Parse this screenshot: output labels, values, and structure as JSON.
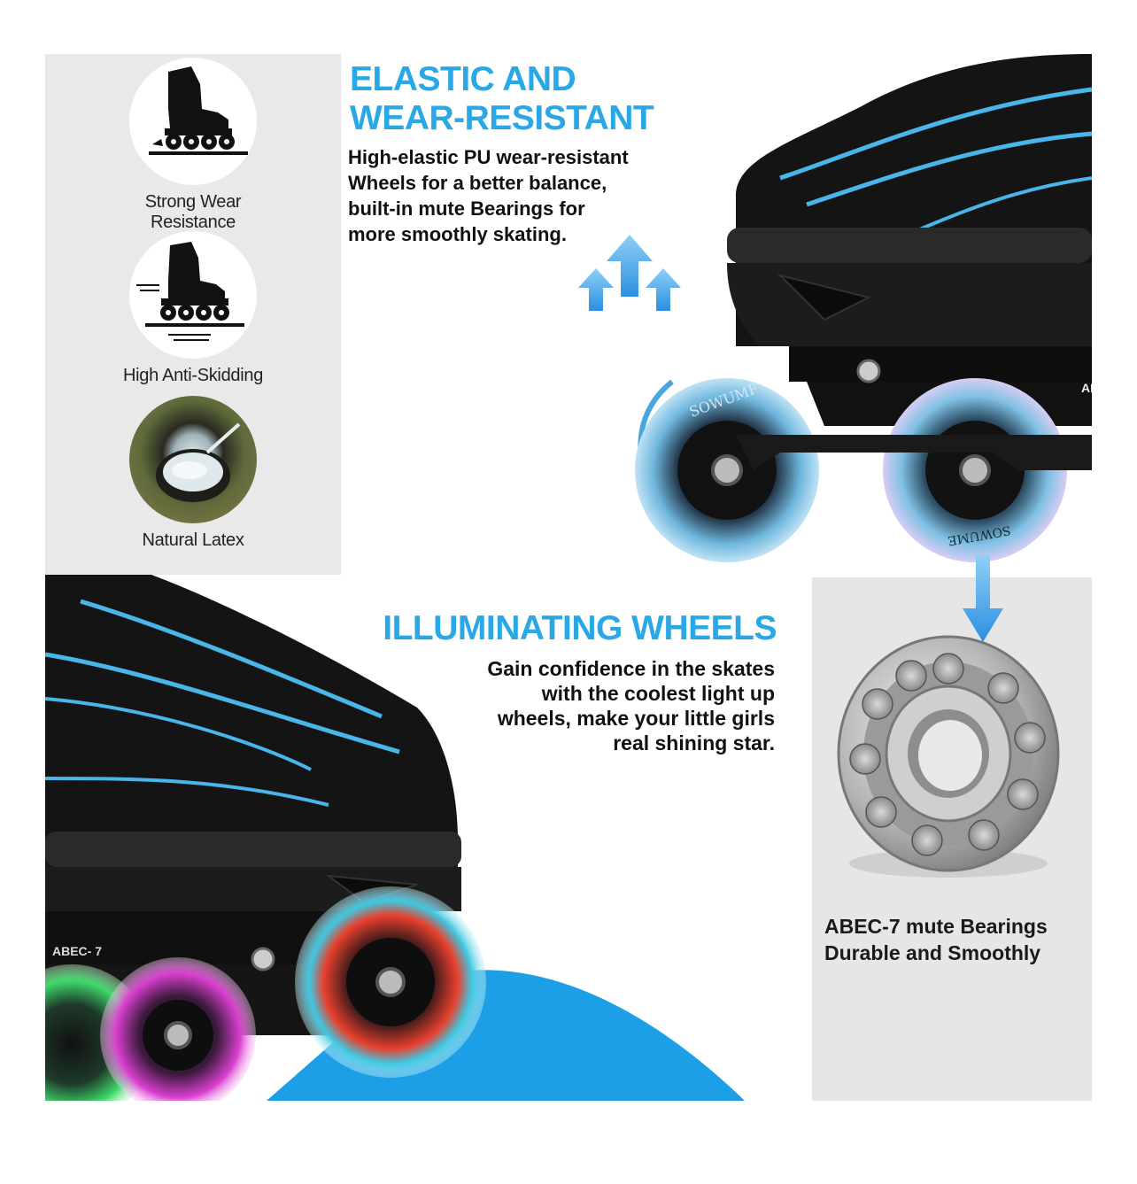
{
  "features": [
    {
      "label": "Strong Wear Resistance",
      "icon": "skate-silhouette-icon"
    },
    {
      "label": "High Anti-Skidding",
      "icon": "skate-speed-icon"
    },
    {
      "label": "Natural Latex",
      "icon": "latex-bowl-icon"
    }
  ],
  "elastic": {
    "title_line1": "ELASTIC AND",
    "title_line2": "WEAR-RESISTANT",
    "body": [
      "High-elastic PU wear-resistant",
      "Wheels for a better balance,",
      "built-in mute Bearings for",
      "more smoothly skating."
    ]
  },
  "illuminating": {
    "title": "ILLUMINATING WHEELS",
    "body": [
      "Gain confidence in the skates",
      "with the coolest light up",
      "wheels, make your little girls",
      "real shining star."
    ]
  },
  "bearing": {
    "caption": [
      "ABEC-7 mute Bearings",
      "Durable and Smoothly"
    ]
  },
  "wheel_text": {
    "brand": "SOWUMF",
    "brand_rev": "SOWUME",
    "frame_top": "ABE",
    "frame_bottom": "ABEC- 7"
  },
  "colors": {
    "accent": "#2aa8e6",
    "text": "#111111",
    "panel": "#e9e9e9"
  }
}
